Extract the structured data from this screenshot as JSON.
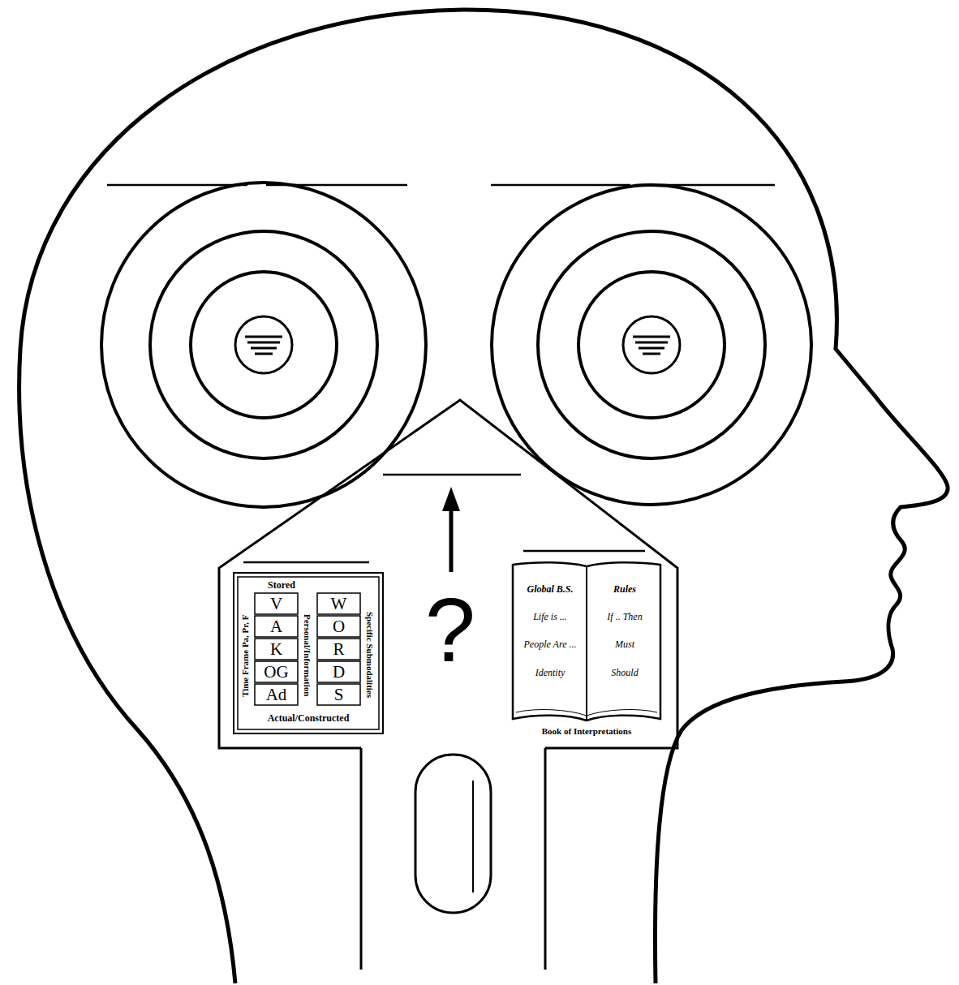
{
  "diagram": {
    "nodes": [
      {
        "text": [
          "?"
        ]
      },
      {
        "text": [
          "Stored",
          "Time Frame Pa, Pr, F",
          "Personal/Information",
          "Specific Submodalities",
          "Actual/Constructed"
        ],
        "in": 0
      },
      {
        "text": [
          "V"
        ],
        "in": 1
      },
      {
        "text": [
          "A"
        ],
        "in": 1
      },
      {
        "text": [
          "K"
        ],
        "in": 1
      },
      {
        "text": [
          "OG"
        ],
        "in": 1
      },
      {
        "text": [
          "Ad"
        ],
        "in": 1
      },
      {
        "text": [
          "W"
        ],
        "in": 1
      },
      {
        "text": [
          "O"
        ],
        "in": 1
      },
      {
        "text": [
          "R"
        ],
        "in": 1
      },
      {
        "text": [
          "D"
        ],
        "in": 1
      },
      {
        "text": [
          "S"
        ],
        "in": 1
      },
      {
        "text": [
          "Global B.S.",
          "Life is ...",
          "People Are ...",
          "Identity",
          "Rules",
          "If .. Then",
          "Must",
          "Should",
          "Book of Interpretations"
        ],
        "in": 0
      }
    ]
  }
}
